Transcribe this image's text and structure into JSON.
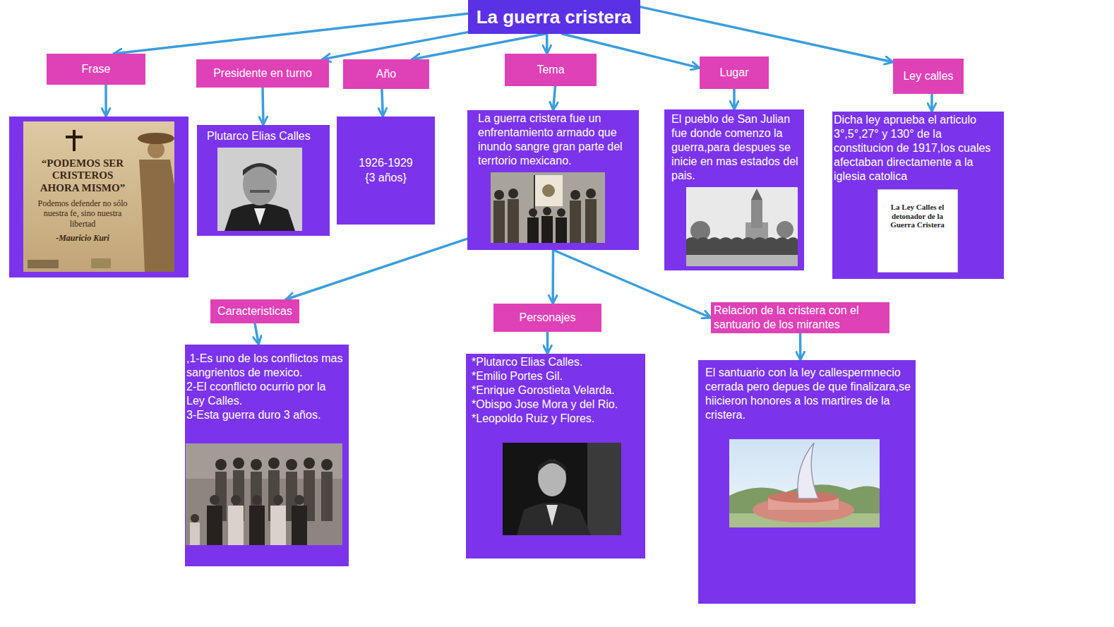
{
  "diagram": {
    "nodes": [
      {
        "text": [
          "La guerra cristera"
        ]
      },
      {
        "text": [
          "Frase"
        ]
      },
      {
        "text": [
          "Presidente en turno"
        ]
      },
      {
        "text": [
          "Año"
        ]
      },
      {
        "text": [
          "Tema"
        ]
      },
      {
        "text": [
          "Lugar"
        ]
      },
      {
        "text": [
          "Ley calles"
        ]
      },
      {
        "text": [
          "“PODEMOS SER CRISTEROS AHORA MISMO”",
          "Podemos defender no sólo nuestra fe, sino nuestra libertad",
          "-Mauricio Kuri"
        ]
      },
      {
        "text": [
          "Plutarco Elias Calles"
        ]
      },
      {
        "text": [
          "1926-1929 {3 años}"
        ]
      },
      {
        "text": [
          "La guerra cristera fue un enfrentamiento armado que inundo sangre gran parte del terrtorio mexicano."
        ]
      },
      {
        "text": [
          "El pueblo de San Julian fue donde comenzo la guerra,para despues se inicie en mas estados del pais."
        ]
      },
      {
        "text": [
          "Dicha ley aprueba el articulo 3°,5°,27° y 130° de la constitucion de 1917,los cuales afectaban directamente a la iglesia catolica",
          "La Ley Calles el detonador de la Guerra Cristera"
        ]
      },
      {
        "text": [
          "Caracteristicas"
        ]
      },
      {
        "text": [
          "Personajes"
        ]
      },
      {
        "text": [
          "Relacion de la cristera con el santuario de los mirantes"
        ]
      },
      {
        "text": [
          ",1-Es uno de los conflictos mas sangrientos de mexico.",
          "2-El cconflicto ocurrio por la Ley Calles.",
          "3-Esta guerra duro 3 años."
        ]
      },
      {
        "text": [
          "*Plutarco Elias Calles.",
          "*Emilio Portes Gil.",
          "*Enrique Gorostieta Velarda.",
          "*Obispo Jose Mora y del Rio.",
          "*Leopoldo Ruiz y Flores."
        ]
      },
      {
        "text": [
          "El santuario con la ley callespermnecio cerrada pero depues de que finalizara,se hiicieron honores a los martires de la cristera."
        ]
      }
    ],
    "edges": [
      {
        "from": 0,
        "to": 1,
        "arrow": "to"
      },
      {
        "from": 0,
        "to": 2,
        "arrow": "to"
      },
      {
        "from": 0,
        "to": 3,
        "arrow": "to"
      },
      {
        "from": 0,
        "to": 4,
        "arrow": "to"
      },
      {
        "from": 0,
        "to": 5,
        "arrow": "to"
      },
      {
        "from": 0,
        "to": 6,
        "arrow": "to"
      },
      {
        "from": 1,
        "to": 7,
        "arrow": "to"
      },
      {
        "from": 2,
        "to": 8,
        "arrow": "to"
      },
      {
        "from": 3,
        "to": 9,
        "arrow": "to"
      },
      {
        "from": 4,
        "to": 10,
        "arrow": "to"
      },
      {
        "from": 5,
        "to": 11,
        "arrow": "to"
      },
      {
        "from": 6,
        "to": 12,
        "arrow": "to"
      },
      {
        "from": 10,
        "to": 13,
        "arrow": "to"
      },
      {
        "from": 10,
        "to": 14,
        "arrow": "to"
      },
      {
        "from": 10,
        "to": 15,
        "arrow": "to"
      },
      {
        "from": 13,
        "to": 16,
        "arrow": "to"
      },
      {
        "from": 14,
        "to": 17,
        "arrow": "to"
      },
      {
        "from": 15,
        "to": 18,
        "arrow": "to"
      }
    ]
  }
}
